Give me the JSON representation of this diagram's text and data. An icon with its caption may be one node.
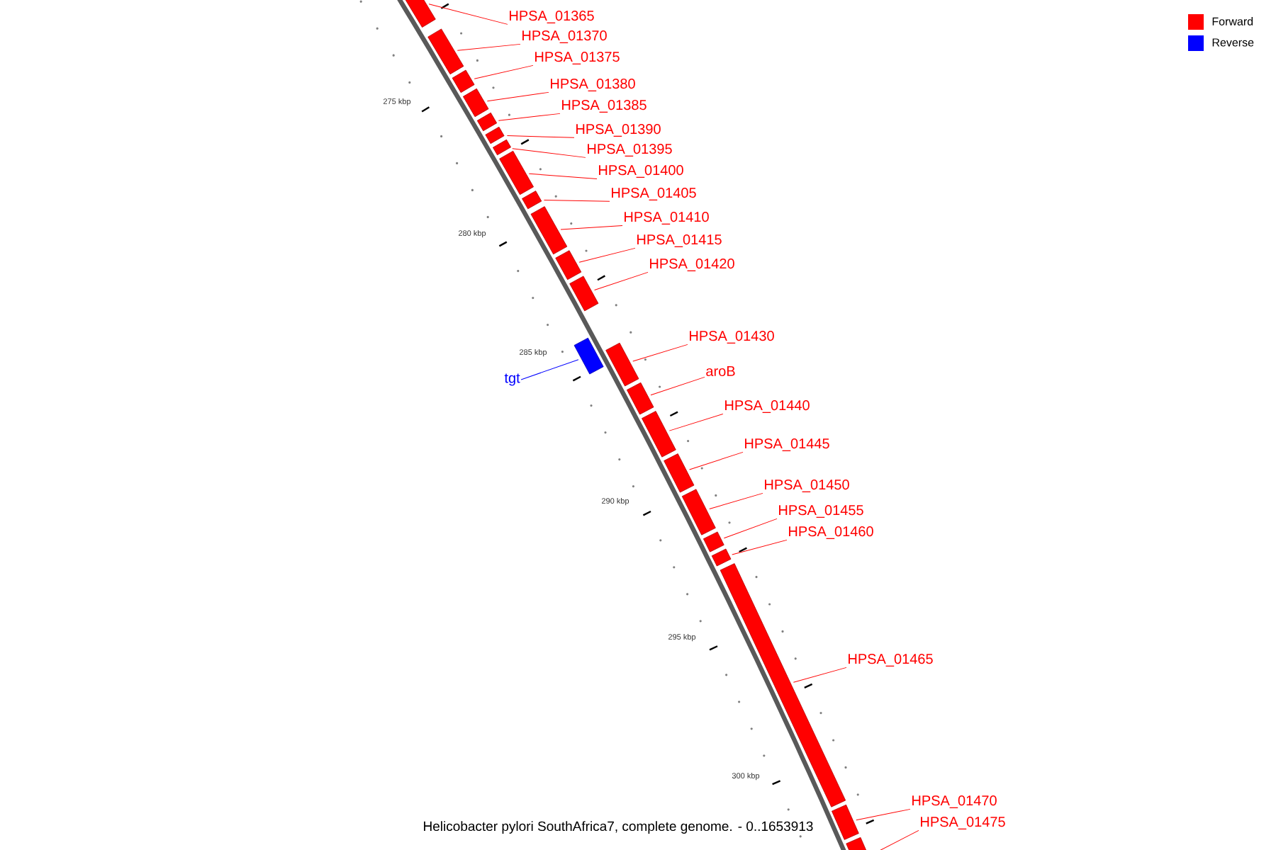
{
  "diagram": {
    "caption": "Helicobacter pylori SouthAfrica7, complete genome. - 0..1653913",
    "nodes": [
      {
        "text": [
          "HPSA_01365"
        ]
      },
      {
        "text": [],
        "shape": "bar"
      },
      {
        "text": [
          "HPSA_01370"
        ]
      },
      {
        "text": [],
        "shape": "bar"
      },
      {
        "text": [
          "HPSA_01375"
        ]
      },
      {
        "text": [],
        "shape": "bar"
      },
      {
        "text": [
          "HPSA_01380"
        ]
      },
      {
        "text": [],
        "shape": "bar"
      },
      {
        "text": [
          "HPSA_01385"
        ]
      },
      {
        "text": [],
        "shape": "bar"
      },
      {
        "text": [
          "HPSA_01390"
        ]
      },
      {
        "text": [],
        "shape": "bar"
      },
      {
        "text": [
          "HPSA_01395"
        ]
      },
      {
        "text": [],
        "shape": "bar"
      },
      {
        "text": [
          "HPSA_01400"
        ]
      },
      {
        "text": [],
        "shape": "bar"
      },
      {
        "text": [
          "HPSA_01405"
        ]
      },
      {
        "text": [],
        "shape": "bar"
      },
      {
        "text": [
          "HPSA_01410"
        ]
      },
      {
        "text": [],
        "shape": "bar"
      },
      {
        "text": [
          "HPSA_01415"
        ]
      },
      {
        "text": [],
        "shape": "bar"
      },
      {
        "text": [
          "HPSA_01420"
        ]
      },
      {
        "text": [],
        "shape": "bar"
      },
      {
        "text": [
          "tgt"
        ]
      },
      {
        "text": [],
        "shape": "bar"
      },
      {
        "text": [
          "HPSA_01430"
        ]
      },
      {
        "text": [],
        "shape": "bar"
      },
      {
        "text": [
          "aroB"
        ]
      },
      {
        "text": [],
        "shape": "bar"
      },
      {
        "text": [
          "HPSA_01440"
        ]
      },
      {
        "text": [],
        "shape": "bar"
      },
      {
        "text": [
          "HPSA_01445"
        ]
      },
      {
        "text": [],
        "shape": "bar"
      },
      {
        "text": [
          "HPSA_01450"
        ]
      },
      {
        "text": [],
        "shape": "bar"
      },
      {
        "text": [
          "HPSA_01455"
        ]
      },
      {
        "text": [],
        "shape": "bar"
      },
      {
        "text": [
          "HPSA_01460"
        ]
      },
      {
        "text": [],
        "shape": "bar"
      },
      {
        "text": [
          "HPSA_01465"
        ]
      },
      {
        "text": [],
        "shape": "bar"
      },
      {
        "text": [
          "HPSA_01470"
        ]
      },
      {
        "text": [],
        "shape": "bar"
      },
      {
        "text": [
          "HPSA_01475"
        ]
      },
      {
        "text": [],
        "shape": "bar"
      }
    ],
    "edges": [
      {
        "from": 0,
        "to": 1,
        "arrow": "none"
      },
      {
        "from": 2,
        "to": 3,
        "arrow": "none"
      },
      {
        "from": 4,
        "to": 5,
        "arrow": "none"
      },
      {
        "from": 6,
        "to": 7,
        "arrow": "none"
      },
      {
        "from": 8,
        "to": 9,
        "arrow": "none"
      },
      {
        "from": 10,
        "to": 11,
        "arrow": "none"
      },
      {
        "from": 12,
        "to": 13,
        "arrow": "none"
      },
      {
        "from": 14,
        "to": 15,
        "arrow": "none"
      },
      {
        "from": 16,
        "to": 17,
        "arrow": "none"
      },
      {
        "from": 18,
        "to": 19,
        "arrow": "none"
      },
      {
        "from": 20,
        "to": 21,
        "arrow": "none"
      },
      {
        "from": 22,
        "to": 23,
        "arrow": "none"
      },
      {
        "from": 24,
        "to": 25,
        "arrow": "none",
        "color": "#0000ff"
      },
      {
        "from": 26,
        "to": 27,
        "arrow": "none"
      },
      {
        "from": 28,
        "to": 29,
        "arrow": "none"
      },
      {
        "from": 30,
        "to": 31,
        "arrow": "none"
      },
      {
        "from": 32,
        "to": 33,
        "arrow": "none"
      },
      {
        "from": 34,
        "to": 35,
        "arrow": "none"
      },
      {
        "from": 36,
        "to": 37,
        "arrow": "none"
      },
      {
        "from": 38,
        "to": 39,
        "arrow": "none"
      },
      {
        "from": 40,
        "to": 41,
        "arrow": "none"
      },
      {
        "from": 42,
        "to": 43,
        "arrow": "none"
      },
      {
        "from": 44,
        "to": 45,
        "arrow": "none"
      }
    ],
    "labels": [
      "275 kbp",
      "280 kbp",
      "285 kbp",
      "290 kbp",
      "295 kbp",
      "300 kbp"
    ],
    "legend": [
      {
        "text": "Forward",
        "color": "#ff0000"
      },
      {
        "text": "Reverse",
        "color": "#0000ff"
      }
    ]
  }
}
